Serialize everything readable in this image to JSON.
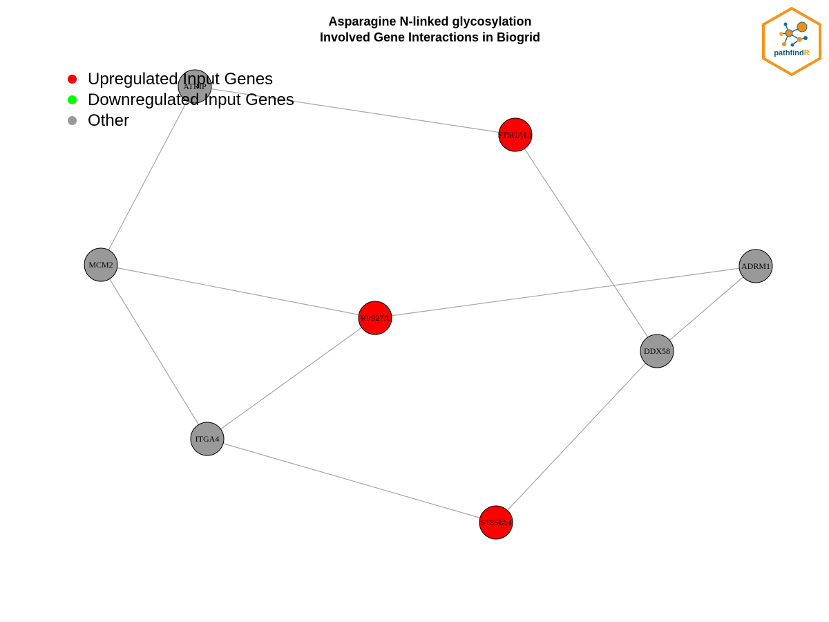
{
  "title": {
    "line1": "Asparagine N-linked glycosylation",
    "line2": "Involved Gene Interactions in Biogrid"
  },
  "legend": [
    {
      "label": "Upregulated Input Genes",
      "color": "#ff0000"
    },
    {
      "label": "Downregulated Input Genes",
      "color": "#00ff00"
    },
    {
      "label": "Other",
      "color": "#999999"
    }
  ],
  "colors": {
    "upregulated": "#ff0000",
    "downregulated": "#00ff00",
    "other": "#999999",
    "edge": "#a6a6a6",
    "node_border": "#000000"
  },
  "network": {
    "nodes": [
      {
        "id": "ATRIP",
        "label": "ATRIP",
        "status": "other"
      },
      {
        "id": "ST6GAL1",
        "label": "ST6GAL1",
        "status": "upregulated"
      },
      {
        "id": "MCM2",
        "label": "MCM2",
        "status": "other"
      },
      {
        "id": "RPS27A",
        "label": "RPS27A",
        "status": "upregulated"
      },
      {
        "id": "ADRM1",
        "label": "ADRM1",
        "status": "other"
      },
      {
        "id": "DDX58",
        "label": "DDX58",
        "status": "other"
      },
      {
        "id": "ITGA4",
        "label": "ITGA4",
        "status": "other"
      },
      {
        "id": "ST8SIA4",
        "label": "ST8SIA4",
        "status": "upregulated"
      }
    ],
    "edges": [
      [
        "ATRIP",
        "ST6GAL1"
      ],
      [
        "ATRIP",
        "MCM2"
      ],
      [
        "ST6GAL1",
        "DDX58"
      ],
      [
        "MCM2",
        "RPS27A"
      ],
      [
        "MCM2",
        "ITGA4"
      ],
      [
        "RPS27A",
        "ADRM1"
      ],
      [
        "RPS27A",
        "ITGA4"
      ],
      [
        "ADRM1",
        "DDX58"
      ],
      [
        "DDX58",
        "ST8SIA4"
      ],
      [
        "ITGA4",
        "ST8SIA4"
      ]
    ]
  },
  "logo": {
    "text_main": "pathfind",
    "text_accent": "R",
    "accent_color": "#f28c1b",
    "text_color": "#1d5a7a"
  }
}
